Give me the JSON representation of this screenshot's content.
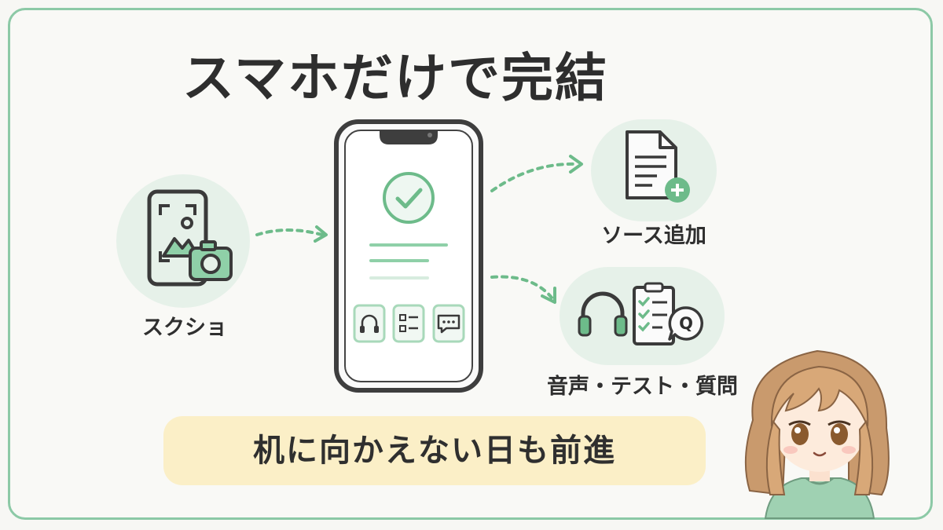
{
  "title": "スマホだけで完結",
  "nodes": {
    "screenshot": {
      "label": "スクショ"
    },
    "add_source": {
      "label": "ソース追加"
    },
    "audio_test_question": {
      "label": "音声・テスト・質問"
    }
  },
  "phone": {
    "buttons": [
      "headphones-icon",
      "checklist-icon",
      "chat-icon"
    ]
  },
  "qa_badge": {
    "text": "Q"
  },
  "banner": {
    "text": "机に向かえない日も前進"
  },
  "colors": {
    "accent": "#6dbb8a",
    "frame": "#8cc9a6",
    "circle_bg": "#e6f1e9",
    "banner_bg": "#fbefc7",
    "text": "#2f2f2f"
  }
}
